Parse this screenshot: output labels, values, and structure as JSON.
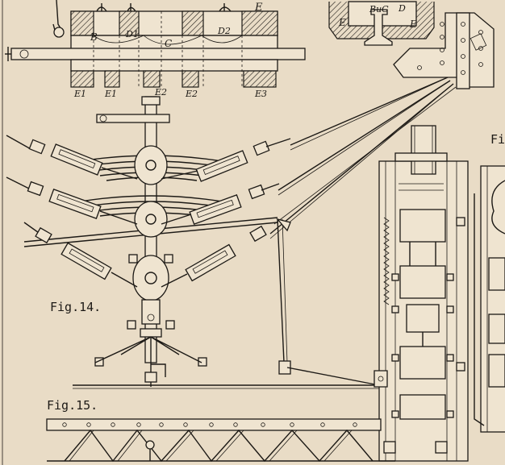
{
  "figures": {
    "fig14": "Fig.14.",
    "fig15": "Fig.15.",
    "fig_partial": "Fi"
  },
  "labels_top": {
    "E": "E",
    "B": "B",
    "D1": "D1",
    "C": "C",
    "D2": "D2"
  },
  "labels_bottom": [
    "E1",
    "E1",
    "E2",
    "E2",
    "E3"
  ],
  "rail_section": {
    "E_left": "E",
    "E_right": "E",
    "BuC": "BuC",
    "D": "D"
  }
}
